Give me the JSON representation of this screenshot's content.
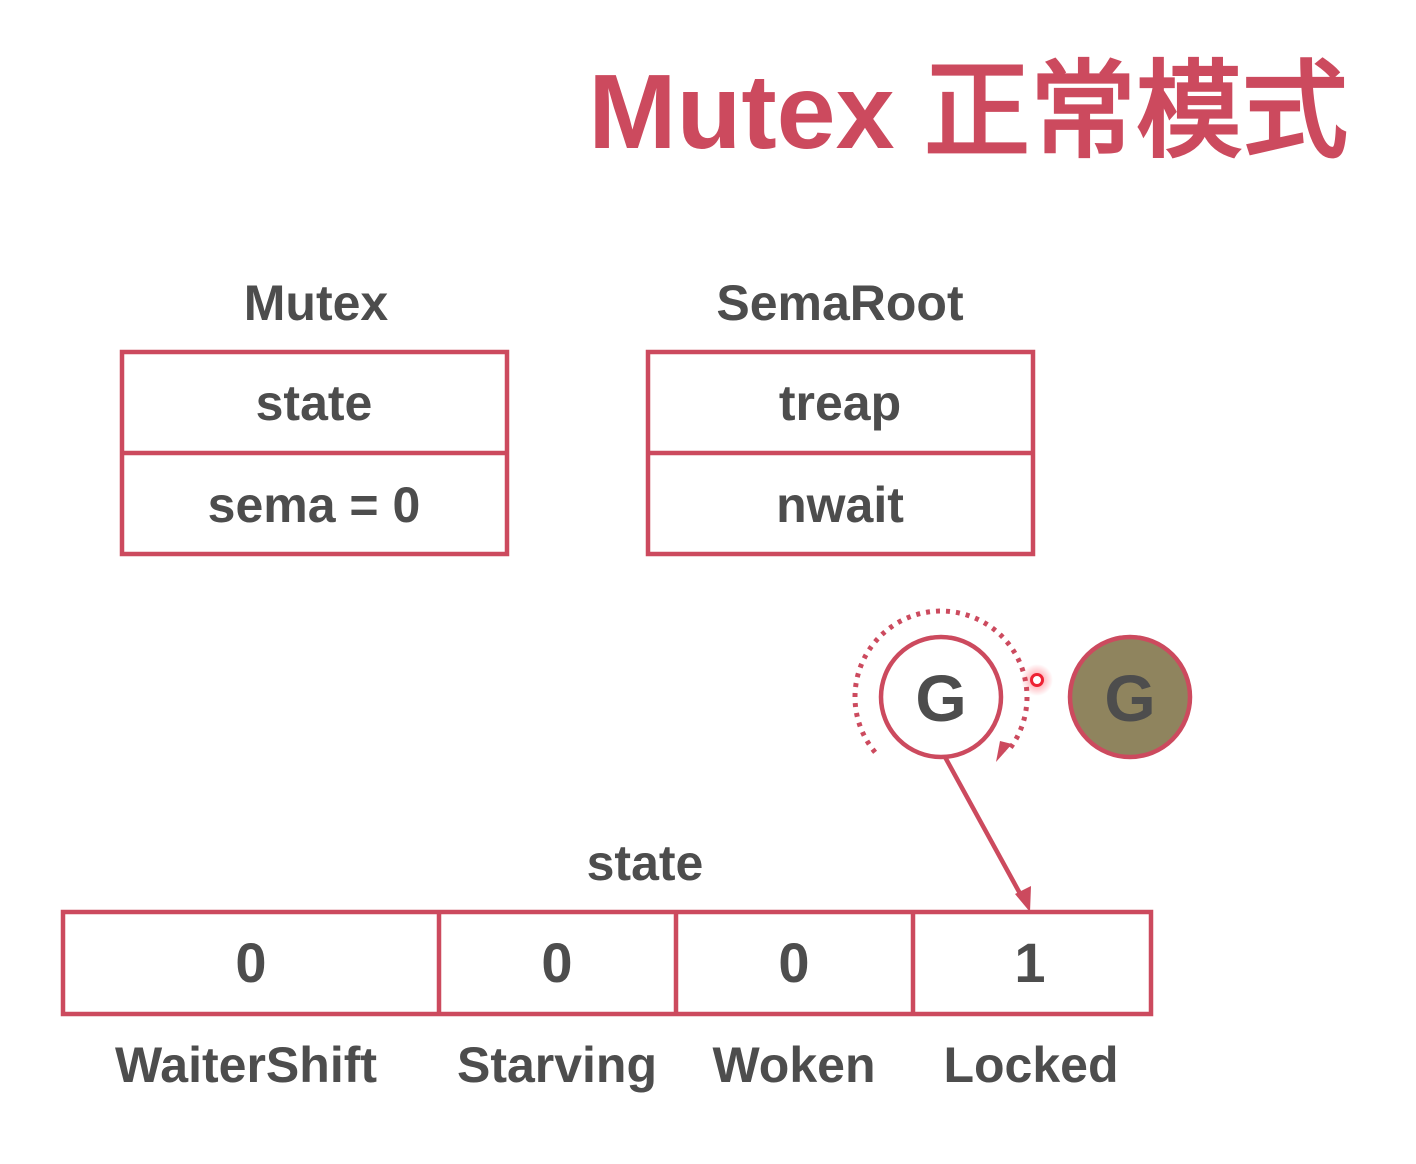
{
  "title": "Mutex 正常模式",
  "colors": {
    "accent": "#cc4a5e",
    "text": "#4d4d4d",
    "goroutine_fill": "#8f845e",
    "background": "#ffffff"
  },
  "mutex": {
    "label": "Mutex",
    "fields": [
      "state",
      "sema = 0"
    ]
  },
  "semaroot": {
    "label": "SemaRoot",
    "fields": [
      "treap",
      "nwait"
    ]
  },
  "goroutines": [
    {
      "label": "G"
    },
    {
      "label": "G"
    }
  ],
  "state": {
    "label": "state",
    "bits": [
      {
        "value": "0",
        "name": "WaiterShift"
      },
      {
        "value": "0",
        "name": "Starving"
      },
      {
        "value": "0",
        "name": "Woken"
      },
      {
        "value": "1",
        "name": "Locked"
      }
    ]
  }
}
